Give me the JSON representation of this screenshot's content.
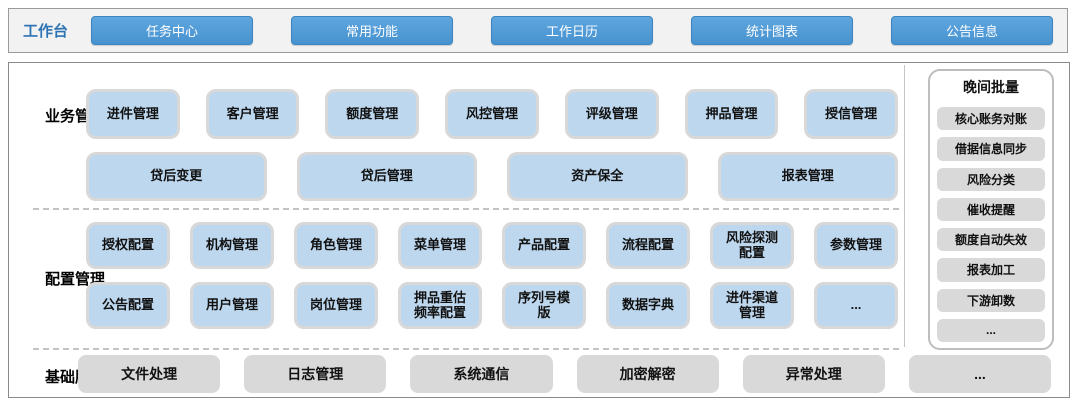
{
  "colors": {
    "accent_blue": "#4f9ad8",
    "tile_blue": "#bdd7ee",
    "tile_gray": "#d9d9d9",
    "workbench_label_blue": "#2e74b5"
  },
  "workbench": {
    "label": "工作台",
    "buttons": [
      "任务中心",
      "常用功能",
      "工作日历",
      "统计图表",
      "公告信息"
    ]
  },
  "sections": {
    "business": {
      "label": "业务管理",
      "row1": [
        "进件管理",
        "客户管理",
        "额度管理",
        "风控管理",
        "评级管理",
        "押品管理",
        "授信管理"
      ],
      "row2": [
        "贷后变更",
        "贷后管理",
        "资产保全",
        "报表管理"
      ]
    },
    "config": {
      "label": "配置管理",
      "row1": [
        "授权配置",
        "机构管理",
        "角色管理",
        "菜单管理",
        "产品配置",
        "流程配置",
        "风险探测配置",
        "参数管理"
      ],
      "row2": [
        "公告配置",
        "用户管理",
        "岗位管理",
        "押品重估频率配置",
        "序列号模版",
        "数据字典",
        "进件渠道管理",
        "..."
      ]
    },
    "base": {
      "label": "基础服务",
      "items": [
        "文件处理",
        "日志管理",
        "系统通信",
        "加密解密",
        "异常处理",
        "..."
      ]
    },
    "batch": {
      "title": "晚间批量",
      "items": [
        "核心账务对账",
        "借据信息同步",
        "风险分类",
        "催收提醒",
        "额度自动失效",
        "报表加工",
        "下游卸数",
        "..."
      ]
    }
  }
}
